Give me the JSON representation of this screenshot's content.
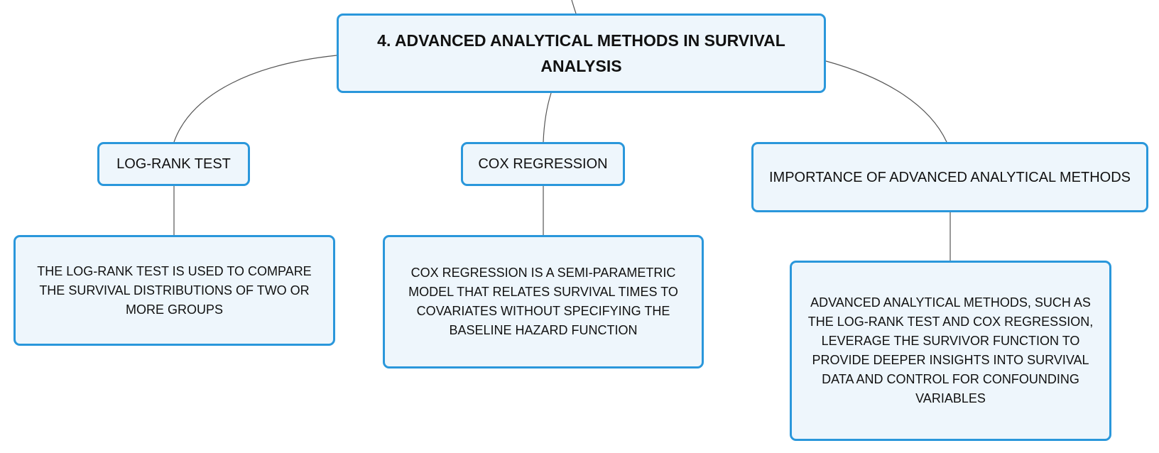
{
  "mindmap": {
    "root": {
      "label": "4. ADVANCED ANALYTICAL METHODS IN SURVIVAL ANALYSIS"
    },
    "topics": [
      {
        "label": "LOG-RANK TEST",
        "detail": "THE LOG-RANK TEST IS USED TO COMPARE THE SURVIVAL DISTRIBUTIONS OF TWO OR MORE GROUPS"
      },
      {
        "label": "COX REGRESSION",
        "detail": "COX REGRESSION IS A SEMI-PARAMETRIC MODEL THAT RELATES SURVIVAL TIMES TO COVARIATES WITHOUT SPECIFYING THE BASELINE HAZARD FUNCTION"
      },
      {
        "label": "IMPORTANCE OF ADVANCED ANALYTICAL METHODS",
        "detail": "ADVANCED ANALYTICAL METHODS, SUCH AS THE LOG-RANK TEST AND COX REGRESSION, LEVERAGE THE SURVIVOR FUNCTION TO PROVIDE DEEPER INSIGHTS INTO SURVIVAL DATA AND CONTROL FOR CONFOUNDING VARIABLES"
      }
    ]
  },
  "colors": {
    "node_border": "#2a97db",
    "node_fill": "#eef6fc",
    "connector": "#555555",
    "text": "#111111"
  }
}
